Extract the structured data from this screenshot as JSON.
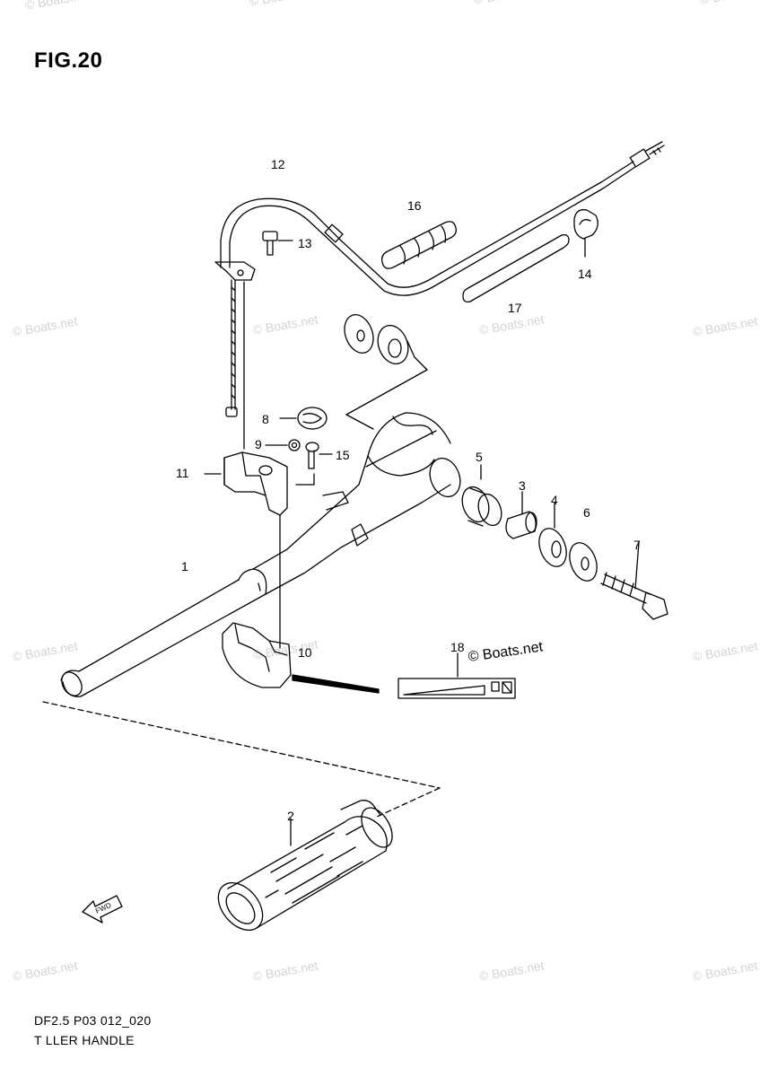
{
  "figure": {
    "title": "FIG.20"
  },
  "footer": {
    "code": "DF2.5 P03 012_020",
    "caption": "T LLER HANDLE"
  },
  "watermark": {
    "text": "© Boats.net"
  },
  "callout_inline": "© Boats.net",
  "callouts": [
    "1",
    "2",
    "3",
    "4",
    "5",
    "6",
    "7",
    "8",
    "9",
    "10",
    "11",
    "12",
    "13",
    "14",
    "15",
    "16",
    "17",
    "18"
  ],
  "icons": {
    "fwd_arrow": "fwd-arrow-icon",
    "fwd_text": "FWD"
  }
}
